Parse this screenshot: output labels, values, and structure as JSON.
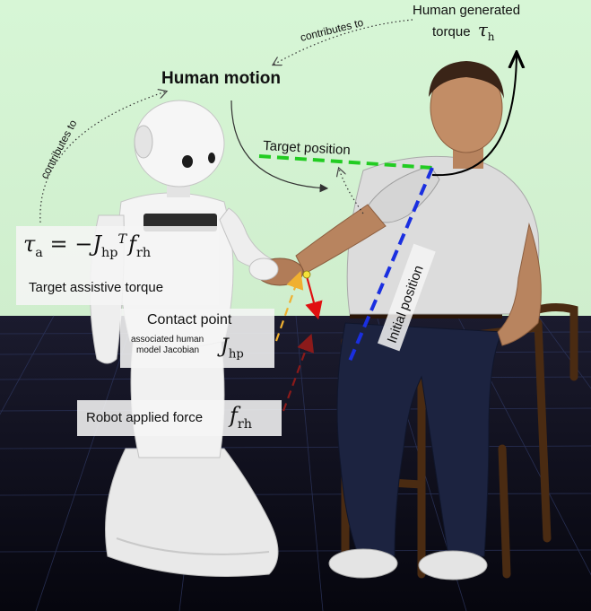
{
  "labels": {
    "human_motion": "Human motion",
    "contributes_to_top": "contributes to",
    "contributes_to_left": "contributes to",
    "human_generated": "Human generated",
    "torque_word": "torque",
    "target_position": "Target position",
    "initial_position": "Initial position",
    "target_assistive_torque": "Target assistive torque",
    "contact_point": "Contact point",
    "assoc_jacobian_line1": "associated human",
    "assoc_jacobian_line2": "model Jacobian",
    "robot_applied_force": "Robot applied force"
  },
  "math": {
    "tau_a_eq": "τa = −JhpT frh",
    "tau_h": "τh",
    "J_hp": "Jhp",
    "f_rh": "frh"
  },
  "colors": {
    "background_sky": "#d8f5d8",
    "floor": "#0d0d1c",
    "target_position_line": "#22cc22",
    "initial_position_line": "#1a2fe0",
    "contact_arrow": "#f0b030",
    "force_arrow": "#e01010",
    "force_dark": "#8b1a1a"
  }
}
